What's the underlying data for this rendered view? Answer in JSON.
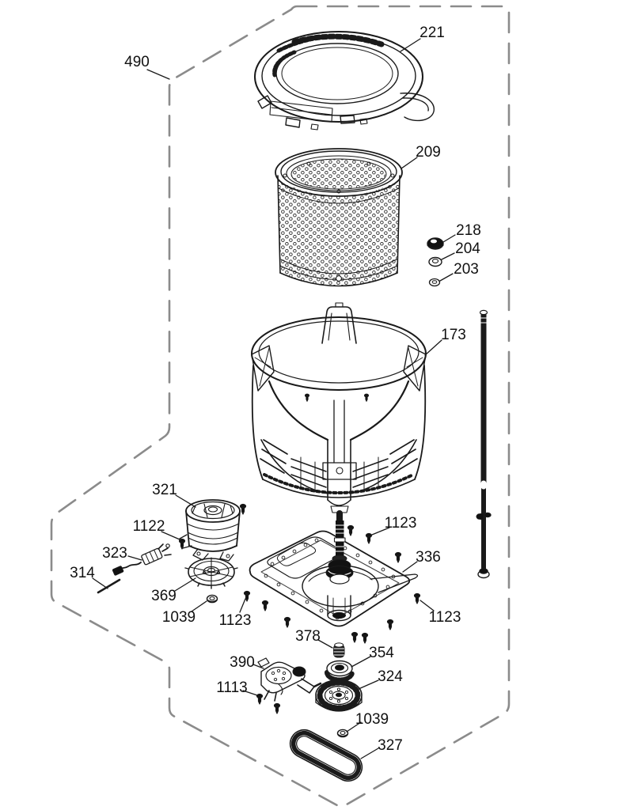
{
  "figure": {
    "background_color": "#ffffff",
    "line_color": "#1a1a1a",
    "boundary_color": "#8b8b8b"
  },
  "callouts": [
    {
      "part": "boundary",
      "label": "490"
    },
    {
      "part": "tub-ring",
      "label": "221"
    },
    {
      "part": "spin-basket",
      "label": "209"
    },
    {
      "part": "nut",
      "label": "218"
    },
    {
      "part": "washer",
      "label": "204"
    },
    {
      "part": "washer-small",
      "label": "203"
    },
    {
      "part": "outer-tub",
      "label": "173"
    },
    {
      "part": "drive-motor",
      "label": "321"
    },
    {
      "part": "motor-screw",
      "label": "1122"
    },
    {
      "part": "screw-top",
      "label": "1123"
    },
    {
      "part": "wire-harness",
      "label": "323"
    },
    {
      "part": "pin",
      "label": "314"
    },
    {
      "part": "gearcase",
      "label": "336"
    },
    {
      "part": "motor-coupler",
      "label": "369"
    },
    {
      "part": "coupler-nut",
      "label": "1039"
    },
    {
      "part": "screw-left",
      "label": "1123"
    },
    {
      "part": "screw-right",
      "label": "1123"
    },
    {
      "part": "cam",
      "label": "378"
    },
    {
      "part": "drive-hub",
      "label": "354"
    },
    {
      "part": "shift-actuator",
      "label": "390"
    },
    {
      "part": "pulley",
      "label": "324"
    },
    {
      "part": "actuator-screw",
      "label": "1113"
    },
    {
      "part": "pulley-nut",
      "label": "1039"
    },
    {
      "part": "drive-belt",
      "label": "327"
    }
  ]
}
